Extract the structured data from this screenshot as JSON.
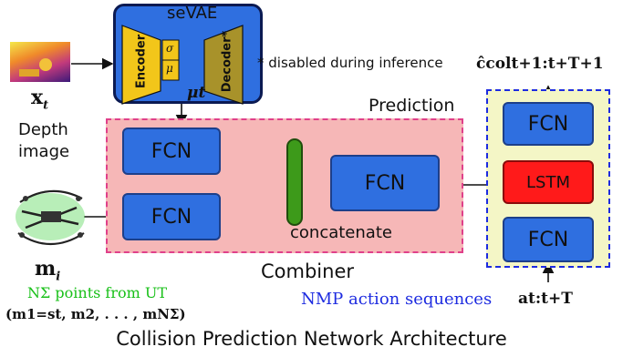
{
  "colors": {
    "blue_box": "#2f6fe0",
    "dark_blue": "#0b1a52",
    "pink_region": "#f6b7b7",
    "pink_border": "#e0408a",
    "yellow_region": "#f4f6c6",
    "lstm_red": "#ff1a1a",
    "concat_green": "#3d9a1a",
    "encoder_yellow": "#f2c61a",
    "decoder_olive": "#a8922a",
    "green_text": "#18c018",
    "blue_text": "#1d2be0"
  },
  "sevae": {
    "title": "seVAE",
    "encoder_label": "Encoder",
    "decoder_label": "Decoder*",
    "sigma": "σ",
    "mu": "μ",
    "mu_t": "μt"
  },
  "note": "* disabled during inference",
  "input_depth": {
    "symbol": "x",
    "subscript": "t",
    "caption_line1": "Depth",
    "caption_line2": "image"
  },
  "prediction": {
    "label": "Prediction",
    "fcn_top": "FCN",
    "fcn_bottom": "FCN",
    "fcn_combined": "FCN",
    "concat_label": "concatenate"
  },
  "robot": {
    "symbol": "m",
    "subscript": "i",
    "points_caption": "NΣ points from UT",
    "tuple_text": "(m1=st, m2, . . . , mNΣ)"
  },
  "combiner_label": "Combiner",
  "action_caption": "NMP action sequences",
  "action_symbol": "at:t+T",
  "lstm_stack": {
    "fcn_top": "FCN",
    "lstm": "LSTM",
    "fcn_bottom": "FCN"
  },
  "output_symbol": "ĉcolt+1:t+T+1",
  "footer_title": "Collision Prediction Network Architecture"
}
